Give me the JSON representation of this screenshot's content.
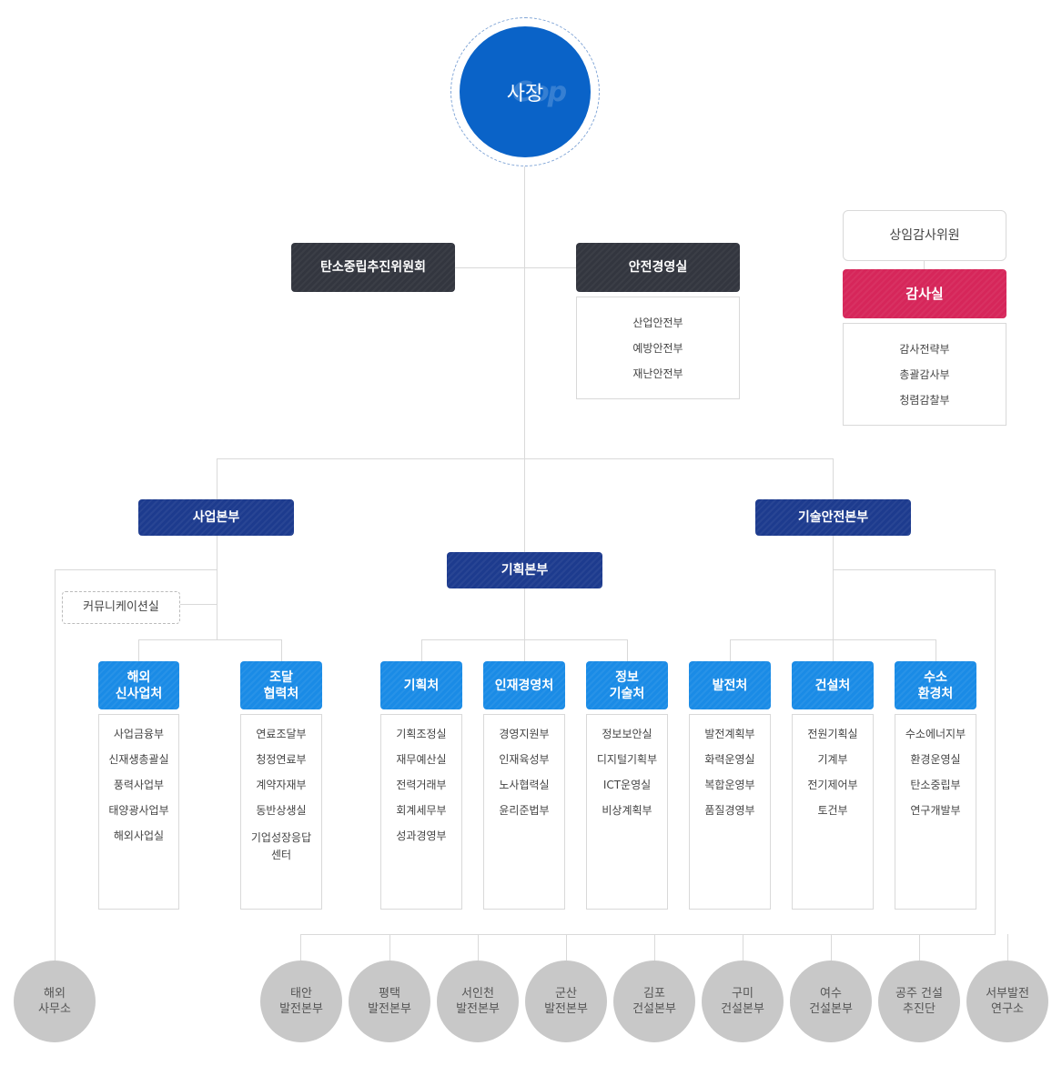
{
  "ceo": {
    "label": "사장",
    "mark": "Cop"
  },
  "staff": {
    "carbon": "탄소중립추진위원회",
    "safety": {
      "title": "안전경영실",
      "items": [
        "산업안전부",
        "예방안전부",
        "재난안전부"
      ]
    }
  },
  "audit": {
    "committee": "상임감사위원",
    "office": "감사실",
    "items": [
      "감사전략부",
      "총괄감사부",
      "청렴감찰부"
    ]
  },
  "hq": {
    "business": "사업본부",
    "planning": "기획본부",
    "tech": "기술안전본부"
  },
  "comm_office": "커뮤니케이션실",
  "divisions": [
    {
      "title": "해외\n신사업처",
      "items": [
        "사업금융부",
        "신재생총괄실",
        "풍력사업부",
        "태양광사업부",
        "해외사업실"
      ]
    },
    {
      "title": "조달\n협력처",
      "items": [
        "연료조달부",
        "청정연료부",
        "계약자재부",
        "동반상생실",
        "기업성장응답\n센터"
      ]
    },
    {
      "title": "기획처",
      "items": [
        "기획조정실",
        "재무예산실",
        "전력거래부",
        "회계세무부",
        "성과경영부"
      ]
    },
    {
      "title": "인재경영처",
      "items": [
        "경영지원부",
        "인재육성부",
        "노사협력실",
        "윤리준법부"
      ]
    },
    {
      "title": "정보\n기술처",
      "items": [
        "정보보안실",
        "디지털기획부",
        "ICT운영실",
        "비상계획부"
      ]
    },
    {
      "title": "발전처",
      "items": [
        "발전계획부",
        "화력운영실",
        "복합운영부",
        "품질경영부"
      ]
    },
    {
      "title": "건설처",
      "items": [
        "전원기획실",
        "기계부",
        "전기제어부",
        "토건부"
      ]
    },
    {
      "title": "수소\n환경처",
      "items": [
        "수소에너지부",
        "환경운영실",
        "탄소중립부",
        "연구개발부"
      ]
    }
  ],
  "sites": [
    "해외\n사무소",
    "태안\n발전본부",
    "평택\n발전본부",
    "서인천\n발전본부",
    "군산\n발전본부",
    "김포\n건설본부",
    "구미\n건설본부",
    "여수\n건설본부",
    "공주 건설\n추진단",
    "서부발전\n연구소"
  ],
  "colors": {
    "ceo": "#0a63c8",
    "staff": "#33363f",
    "hq": "#1d3b8e",
    "division": "#1a8be6",
    "audit": "#d6265a",
    "site": "#c8c8c8"
  }
}
